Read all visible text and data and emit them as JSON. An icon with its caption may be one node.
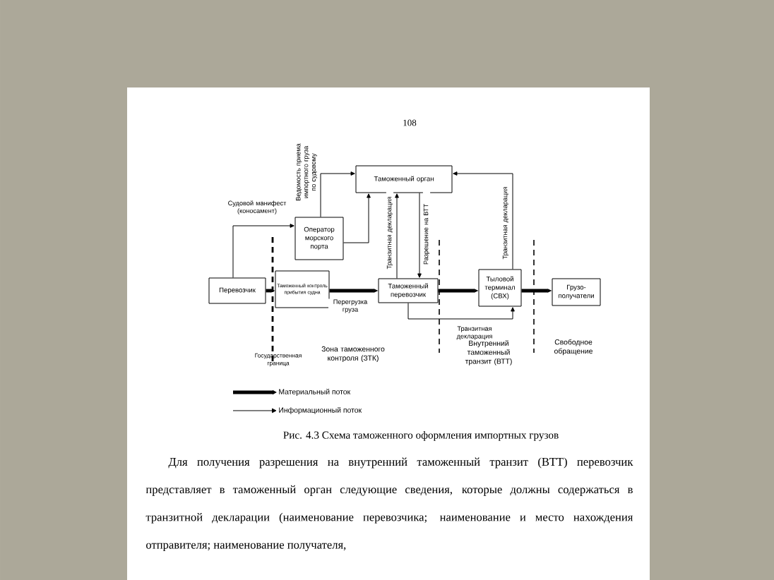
{
  "diagram": {
    "caption": "Рис. 4.3 Схема таможенного оформления импортных грузов",
    "nodes": [
      {
        "text": [
          "Перевозчик"
        ]
      },
      {
        "text": [
          "Таможенный контроль прибытия судна"
        ]
      },
      {
        "text": [
          "Оператор морского порта"
        ]
      },
      {
        "text": [
          "Таможенный орган"
        ]
      },
      {
        "text": [
          "Таможенный перевозчик"
        ]
      },
      {
        "text": [
          "Тыловой терминал (СВХ)"
        ]
      },
      {
        "text": [
          "Грузо-получатели"
        ]
      }
    ],
    "edges": [
      {
        "from": 0,
        "to": 1,
        "arrow": "to",
        "style": "thick"
      },
      {
        "from": 1,
        "to": 4,
        "arrow": "to",
        "style": "thick",
        "label": "Перегрузка груза"
      },
      {
        "from": 4,
        "to": 5,
        "arrow": "to",
        "style": "thick"
      },
      {
        "from": 5,
        "to": 6,
        "arrow": "to",
        "style": "thick"
      },
      {
        "from": 0,
        "to": 2,
        "arrow": "to",
        "label": "Судовой манифест (коносамент)"
      },
      {
        "from": 2,
        "to": 3,
        "arrow": "to",
        "label": "Ведомость приема импортного груза по судовому"
      },
      {
        "from": 2,
        "to": 3,
        "arrow": "to"
      },
      {
        "from": 4,
        "to": 3,
        "arrow": "to",
        "label": "Транзитная декларация"
      },
      {
        "from": 3,
        "to": 4,
        "arrow": "to",
        "label": "Разрешение на ВТТ"
      },
      {
        "from": 5,
        "to": 3,
        "arrow": "to",
        "label": "Транзитная декларация"
      },
      {
        "from": 4,
        "to": 5,
        "arrow": "to",
        "label": "Транзитная декларация"
      }
    ],
    "labels": [
      "108",
      "Государственная граница",
      "Зона таможенного контроля (ЗТК)",
      "Внутренний таможенный транзит (ВТТ)",
      "Свободное обращение",
      "Для получения разрешения на внутренний таможенный транзит (ВТТ) перевозчик представляет в таможенный орган следующие сведения, которые должны содержаться в транзитной декларации (наименование перевозчика; наименование и место нахождения отправителя; наименование получателя,"
    ],
    "legend": [
      {
        "text": "Материальный поток"
      },
      {
        "text": "Информационный поток"
      }
    ]
  }
}
